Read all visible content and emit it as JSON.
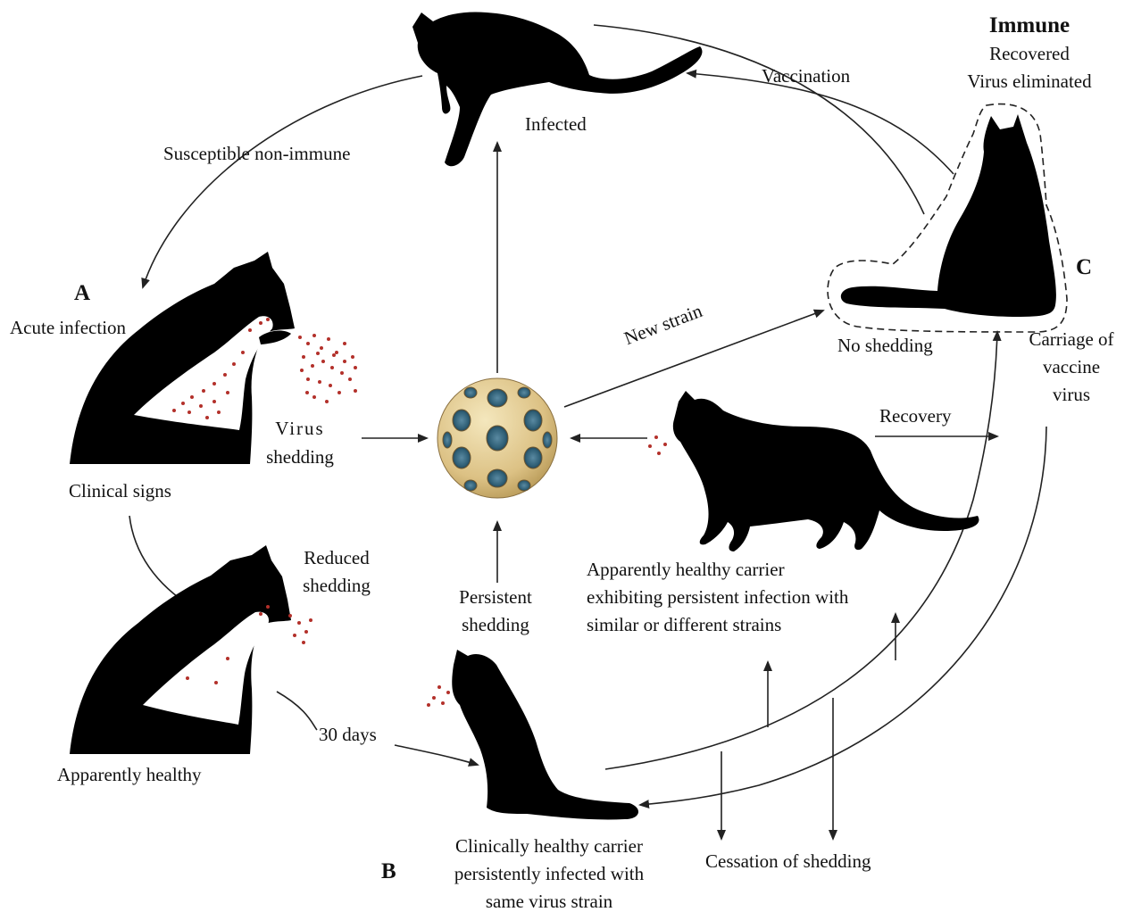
{
  "colors": {
    "silhouette": "#000000",
    "droplet": "#b3302a",
    "virion_shell": "#e3cf95",
    "virion_pit": "#3d6f86",
    "arrow": "#222222"
  },
  "labels": {
    "susceptible": "Susceptible non-immune",
    "infected": "Infected",
    "vaccination": "Vaccination",
    "immune": "Immune",
    "recovered": "Recovered",
    "virus_eliminated": "Virus eliminated",
    "letter_a": "A",
    "acute_infection": "Acute infection",
    "letter_c": "C",
    "no_shedding": "No shedding",
    "carriage_line1": "Carriage of",
    "carriage_line2": "vaccine",
    "carriage_line3": "virus",
    "new_strain": "New strain",
    "virus_shedding_line1": "Virus",
    "virus_shedding_line2": "shedding",
    "clinical_signs": "Clinical signs",
    "recovery": "Recovery",
    "reduced_line1": "Reduced",
    "reduced_line2": "shedding",
    "persistent_line1": "Persistent",
    "persistent_line2": "shedding",
    "carrier_line1": "Apparently healthy carrier",
    "carrier_line2": "exhibiting persistent infection with",
    "carrier_line3": "similar or different strains",
    "thirty_days": "30 days",
    "apparently_healthy": "Apparently healthy",
    "letter_b": "B",
    "clinical_carrier_line1": "Clinically healthy carrier",
    "clinical_carrier_line2": "persistently infected with",
    "clinical_carrier_line3": "same virus strain",
    "cessation": "Cessation of shedding"
  }
}
